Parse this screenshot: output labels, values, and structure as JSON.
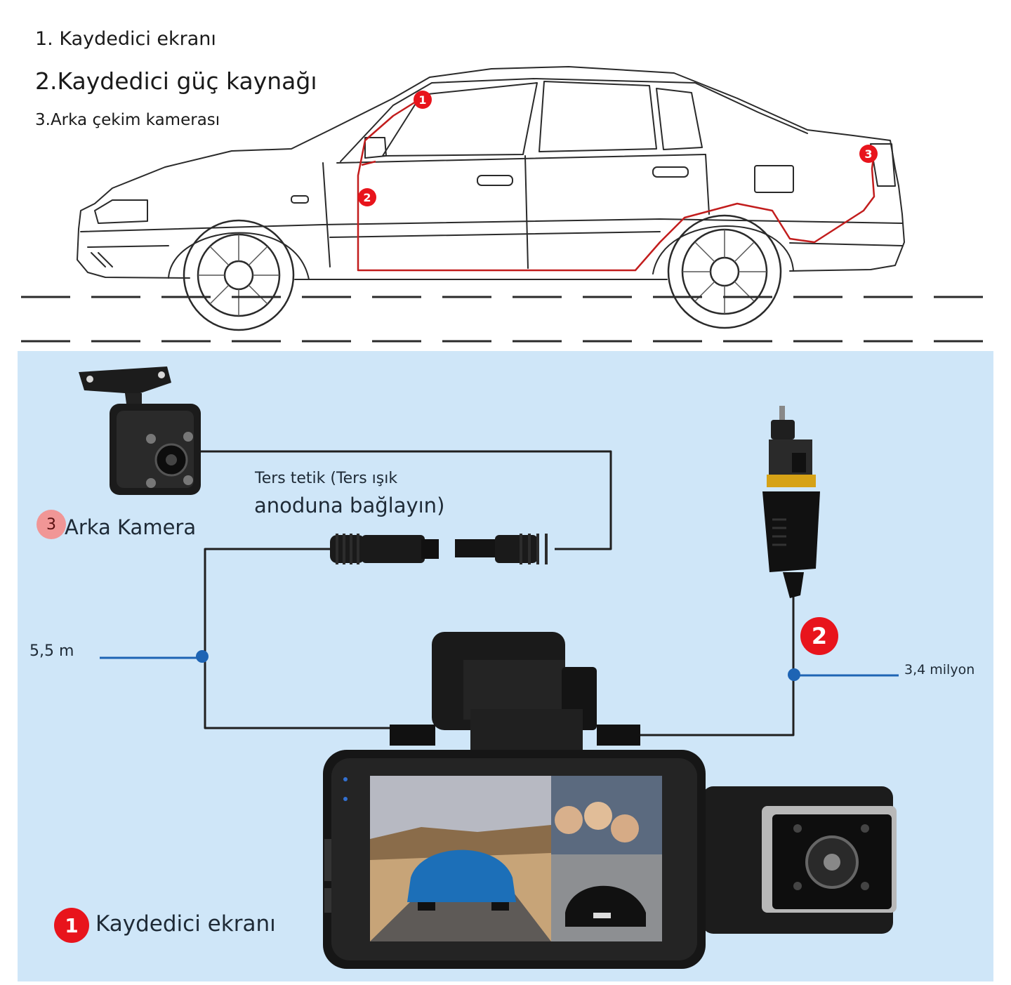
{
  "legend": {
    "item1": "1. Kaydedici ekranı",
    "item2": "2.Kaydedici güç kaynağı",
    "item3": "3.Arka çekim kamerası"
  },
  "car_markers": [
    "1",
    "2",
    "3"
  ],
  "labels": {
    "reverse_trigger_line1": "Ters tetik (Ters ışık",
    "reverse_trigger_line2": "anoduna bağlayın)",
    "rear_camera_badge": "3",
    "rear_camera": "Arka Kamera",
    "rear_cable_length": "5,5 m",
    "power_badge": "2",
    "power_cable_length": "3,4 milyon",
    "recorder_badge": "1",
    "recorder_screen": "Kaydedici ekranı"
  },
  "colors": {
    "badge_red": "#e8141c",
    "panel_blue": "#cfe6f8",
    "cable_dark": "#222222",
    "pointer_blue": "#1e64b4",
    "wiring_red": "#c21d1d"
  },
  "icons": [
    "rear-camera-icon",
    "car-charger-icon",
    "dashcam-icon",
    "connector-icon"
  ]
}
